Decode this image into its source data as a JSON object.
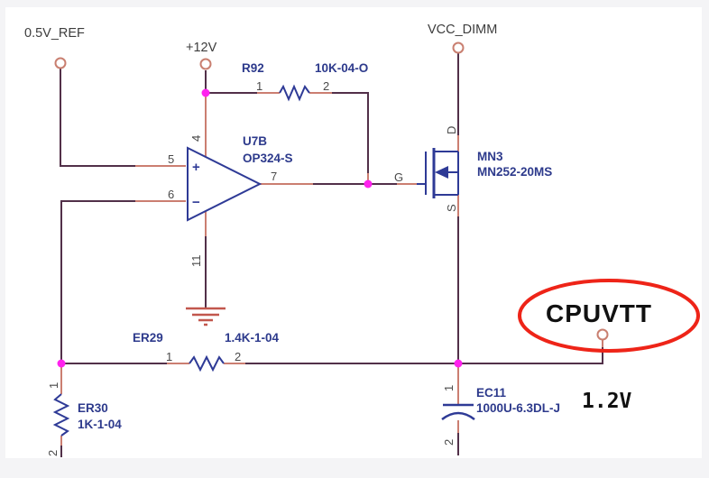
{
  "nets": {
    "ref_05v": "0.5V_REF",
    "p12v": "+12V",
    "vcc_dimm": "VCC_DIMM",
    "cpuvtt": "CPUVTT",
    "voltage_note": "1.2V"
  },
  "components": {
    "r92": {
      "ref": "R92",
      "value": "10K-04-O",
      "pin1": "1",
      "pin2": "2"
    },
    "u7b": {
      "ref": "U7B",
      "value": "OP324-S",
      "pin_in_plus": "5",
      "pin_in_minus": "6",
      "pin_out": "7",
      "pin_vplus": "4",
      "pin_vminus": "11",
      "plus_sign": "+",
      "minus_sign": "−"
    },
    "mn3": {
      "ref": "MN3",
      "value": "MN252-20MS",
      "drain": "D",
      "gate": "G",
      "source": "S"
    },
    "er29": {
      "ref": "ER29",
      "value": "1.4K-1-04",
      "pin1": "1",
      "pin2": "2"
    },
    "er30": {
      "ref": "ER30",
      "value": "1K-1-04",
      "pin1": "1",
      "pin2": "2"
    },
    "ec11": {
      "ref": "EC11",
      "value": "1000U-6.3DL-J",
      "pin1": "1",
      "pin2": "2"
    }
  },
  "colors": {
    "wire": "#523049",
    "pin_stub": "#cb7e71",
    "symbol": "#2e3a96",
    "component_label": "#2d3a8c",
    "pin_number": "#4a4a4a",
    "net_label": "#3d3d3d",
    "junction": "#ff22ee",
    "terminal": "#c97f70",
    "ground": "#c2574d",
    "highlight": "#ee2418",
    "annotation_text": "#111111"
  }
}
